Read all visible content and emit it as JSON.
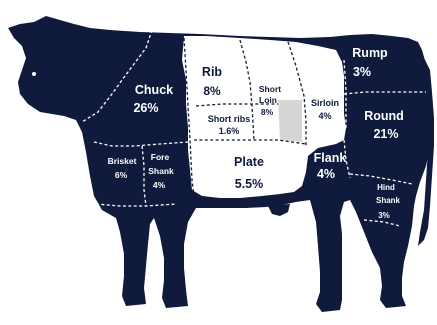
{
  "diagram": {
    "colors": {
      "body": "#0f1a3c",
      "highlight_cuts": "#ffffff",
      "tenderloin": "#d6d6d6"
    },
    "cuts": [
      {
        "id": "chuck",
        "name": "Chuck",
        "percent": "26%"
      },
      {
        "id": "rib",
        "name": "Rib",
        "percent": "8%"
      },
      {
        "id": "short-loin",
        "name_line1": "Short",
        "name_line2": "Loin",
        "percent": "8%"
      },
      {
        "id": "sirloin",
        "name": "Sirloin",
        "percent": "4%"
      },
      {
        "id": "rump",
        "name": "Rump",
        "percent": "3%"
      },
      {
        "id": "round",
        "name": "Round",
        "percent": "21%"
      },
      {
        "id": "short-ribs",
        "name": "Short ribs",
        "percent": "1.6%"
      },
      {
        "id": "plate",
        "name": "Plate",
        "percent": "5.5%"
      },
      {
        "id": "flank",
        "name": "Flank",
        "percent": "4%"
      },
      {
        "id": "brisket",
        "name": "Brisket",
        "percent": "6%"
      },
      {
        "id": "fore-shank",
        "name_line1": "Fore",
        "name_line2": "Shank",
        "percent": "4%"
      },
      {
        "id": "hind-shank",
        "name_line1": "Hind",
        "name_line2": "Shank",
        "percent": "3%"
      }
    ]
  }
}
